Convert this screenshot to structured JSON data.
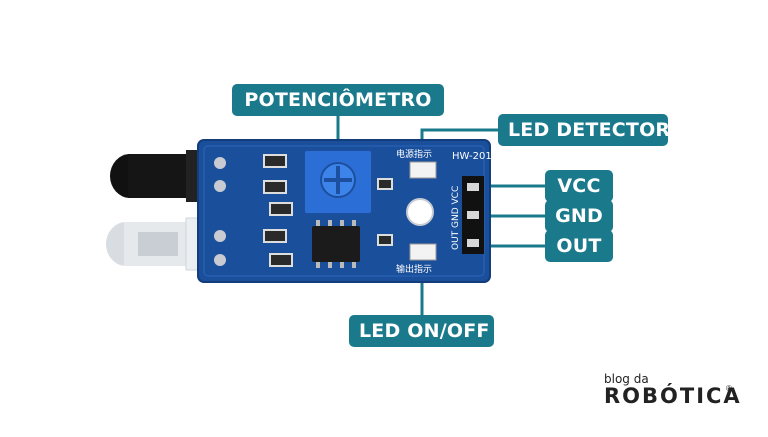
{
  "callouts": {
    "potenciometro": "POTENCIÔMETRO",
    "led_detector": "LED DETECTOR",
    "vcc": "VCC",
    "gnd": "GND",
    "out": "OUT",
    "led_on_off": "LED ON/OFF"
  },
  "board": {
    "model": "HW-201",
    "silk_top": "电源指示",
    "silk_bottom": "输出指示",
    "pin_labels": "OUT GND VCC"
  },
  "logo": {
    "small": "blog da",
    "big": "ROBÓTICA",
    "mark": "®"
  },
  "colors": {
    "callout": "#1a7a8c",
    "pcb": "#1a4f9c",
    "background": "#ffffff"
  }
}
